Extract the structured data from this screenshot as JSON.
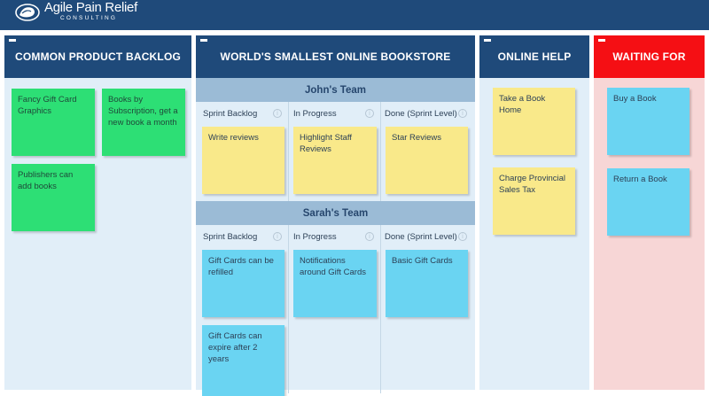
{
  "brand": {
    "name": "Agile Pain Relief",
    "subtitle": "CONSULTING"
  },
  "colors": {
    "header_navy": "#1f4a7a",
    "waiting_red": "#f50f14",
    "lane_bg": "#e1eef8",
    "waiting_bg": "#f7d6d6"
  },
  "columns": {
    "backlog": {
      "title": "COMMON PRODUCT BACKLOG",
      "cards": [
        "Fancy Gift Card Graphics",
        "Books by Subscription, get a new book a month",
        "Publishers can add books"
      ]
    },
    "bookstore": {
      "title": "WORLD'S SMALLEST ONLINE BOOKSTORE",
      "subcolumns": [
        "Sprint Backlog",
        "In Progress",
        "Done (Sprint Level)"
      ],
      "teams": [
        {
          "name": "John's Team",
          "cards": [
            "Write reviews",
            "Highlight Staff Reviews",
            "Star Reviews"
          ]
        },
        {
          "name": "Sarah's Team",
          "cards": [
            "Gift Cards can be refilled",
            "Gift Cards can expire after 2 years",
            "Notifications around Gift Cards",
            "Basic Gift Cards"
          ]
        }
      ]
    },
    "help": {
      "title": "ONLINE HELP",
      "cards": [
        "Take a Book Home",
        "Charge Provincial Sales Tax"
      ]
    },
    "waiting": {
      "title": "WAITING FOR",
      "cards": [
        "Buy a Book",
        "Return a Book"
      ]
    }
  },
  "icons": {
    "info": "info-icon",
    "collapse": "collapse-icon",
    "logo": "logo-icon"
  }
}
